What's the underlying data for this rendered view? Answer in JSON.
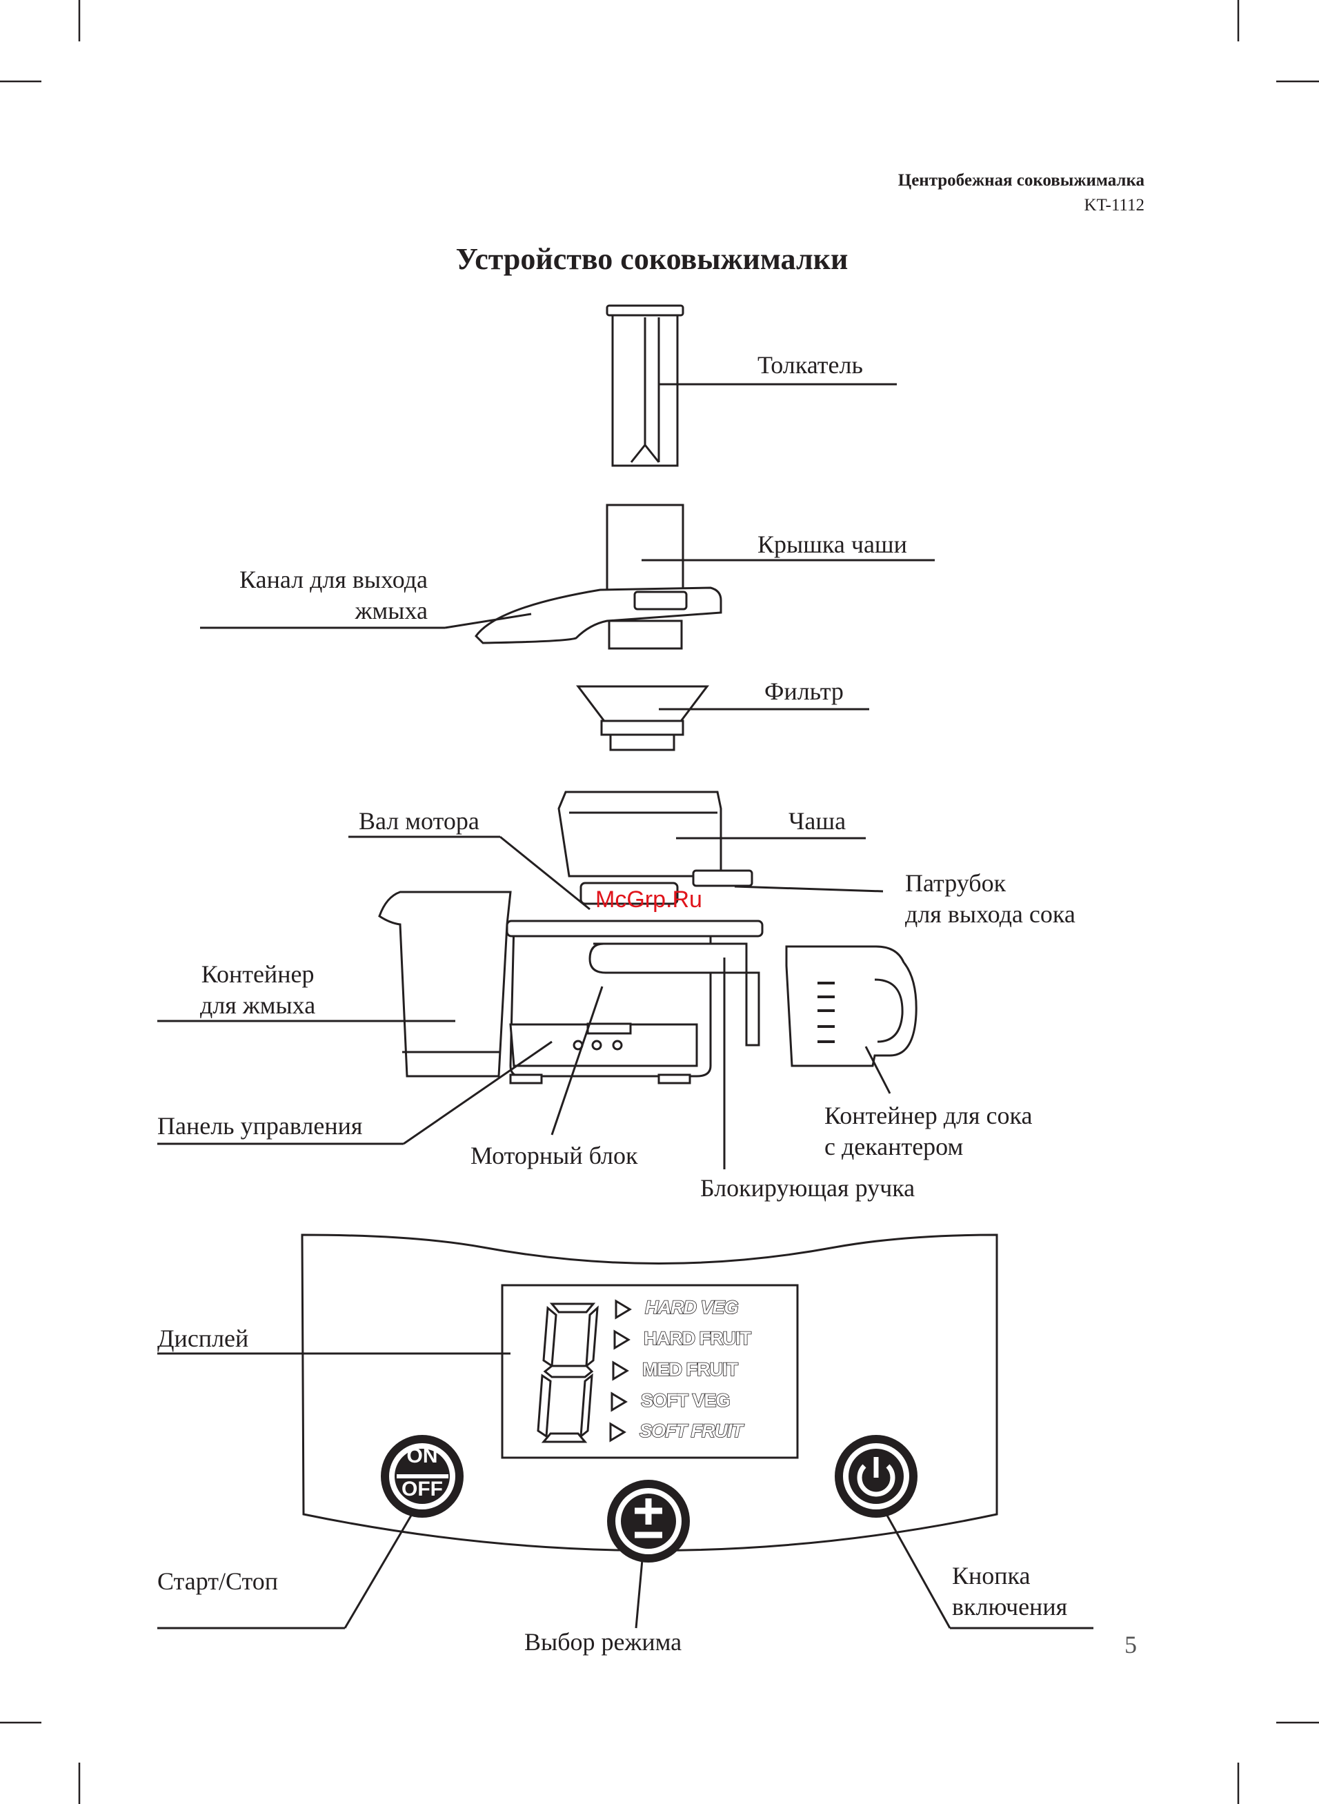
{
  "header": {
    "product_name": "Центробежная соковыжималка",
    "model": "KT-1112"
  },
  "page_title": "Устройство соковыжималки",
  "watermark": "McGrp.Ru",
  "page_number": "5",
  "parts": {
    "pusher": "Толкатель",
    "bowl_lid": "Крышка чаши",
    "pulp_channel": "Канал для выхода\nжмыха",
    "filter": "Фильтр",
    "motor_shaft": "Вал мотора",
    "bowl": "Чаша",
    "juice_spout": "Патрубок\nдля выхода сока",
    "pulp_container": "Контейнер\nдля жмыха",
    "control_panel": "Панель управления",
    "motor_unit": "Моторный блок",
    "juice_container": "Контейнер для сока\nс декантером",
    "locking_handle": "Блокирующая ручка"
  },
  "panel": {
    "display_label": "Дисплей",
    "start_stop_label": "Старт/Стоп",
    "mode_select_label": "Выбор режима",
    "power_button_label": "Кнопка\nвключения",
    "on_text": "ON",
    "off_text": "OFF",
    "modes": [
      "HARD VEG",
      "HARD FRUIT",
      "MED FRUIT",
      "SOFT VEG",
      "SOFT FRUIT"
    ]
  },
  "colors": {
    "ink": "#231f20",
    "watermark": "#e0141b"
  }
}
